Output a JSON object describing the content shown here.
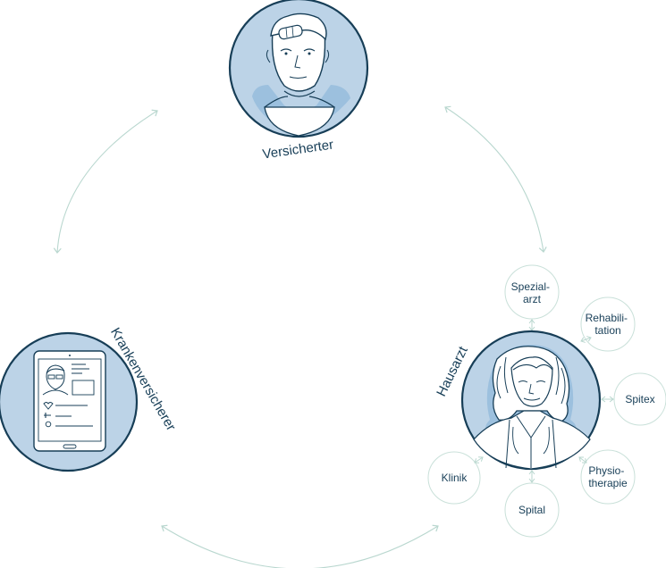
{
  "actors": {
    "insured": {
      "label": "Versicherter",
      "portrait": "young-man-with-bandage-icon"
    },
    "insurer": {
      "label": "Krankenversicherer",
      "portrait": "tablet-with-profile-icon"
    },
    "gp": {
      "label": "Hausarzt",
      "portrait": "female-doctor-icon"
    }
  },
  "care_providers": [
    {
      "id": "spezialarzt",
      "lines": [
        "Spezial-",
        "arzt"
      ]
    },
    {
      "id": "rehabilitation",
      "lines": [
        "Rehabili-",
        "tation"
      ]
    },
    {
      "id": "spitex",
      "lines": [
        "Spitex"
      ]
    },
    {
      "id": "physiotherapie",
      "lines": [
        "Physio-",
        "therapie"
      ]
    },
    {
      "id": "spital",
      "lines": [
        "Spital"
      ]
    },
    {
      "id": "klinik",
      "lines": [
        "Klinik"
      ]
    }
  ],
  "colors": {
    "primary": "#173e57",
    "portrait_fill": "#bcd3e7",
    "portrait_shade": "#9cc0de",
    "arrow": "#b9d7cf",
    "node_border": "#c9e0d9"
  }
}
